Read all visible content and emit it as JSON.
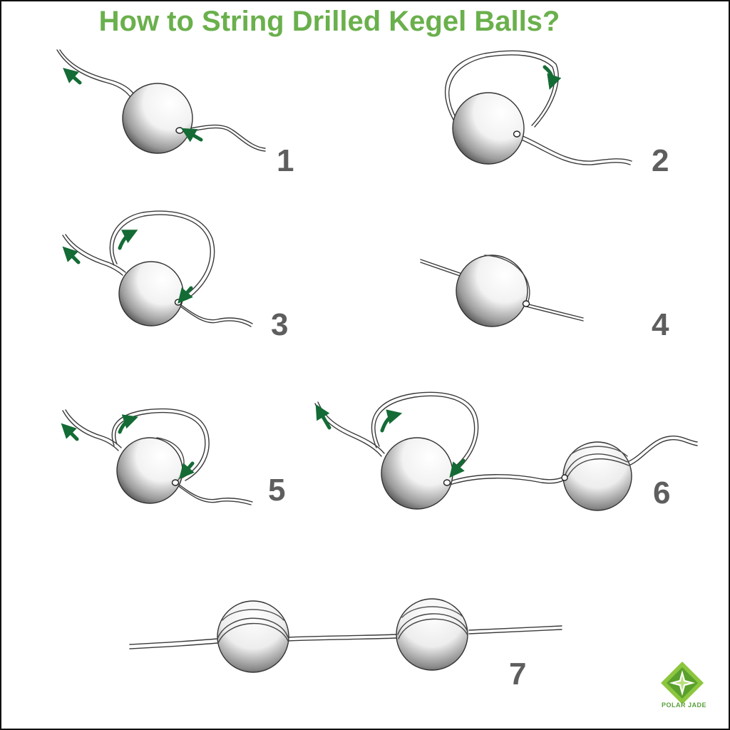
{
  "title": "How to String Drilled Kegel Balls?",
  "steps": [
    {
      "number": "1"
    },
    {
      "number": "2"
    },
    {
      "number": "3"
    },
    {
      "number": "4"
    },
    {
      "number": "5"
    },
    {
      "number": "6"
    },
    {
      "number": "7"
    }
  ],
  "colors": {
    "title": "#6ab04c",
    "arrow": "#146b35",
    "step_number": "#5e5e5e",
    "logo": "#5a9f3c"
  },
  "logo": {
    "text": "POLAR JADE",
    "icon": "diamond-star-logo"
  }
}
